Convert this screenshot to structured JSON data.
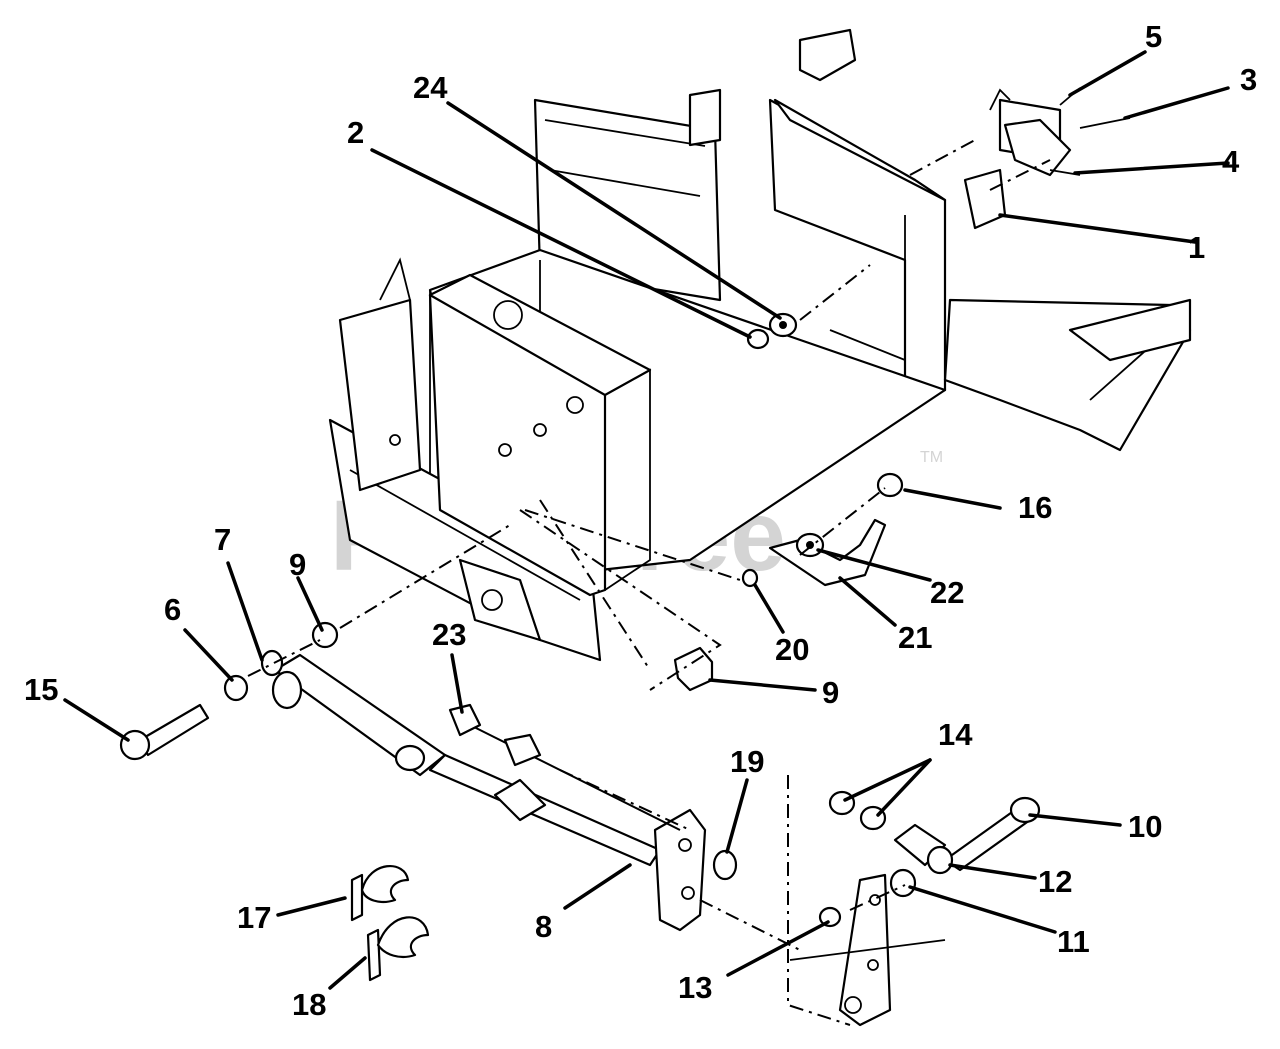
{
  "watermark": {
    "text": "PartsTree",
    "tm": "TM"
  },
  "callouts": [
    {
      "id": "c1",
      "number": "1"
    },
    {
      "id": "c2",
      "number": "2"
    },
    {
      "id": "c3",
      "number": "3"
    },
    {
      "id": "c4",
      "number": "4"
    },
    {
      "id": "c5",
      "number": "5"
    },
    {
      "id": "c6",
      "number": "6"
    },
    {
      "id": "c7",
      "number": "7"
    },
    {
      "id": "c8",
      "number": "8"
    },
    {
      "id": "c9a",
      "number": "9"
    },
    {
      "id": "c9b",
      "number": "9"
    },
    {
      "id": "c10",
      "number": "10"
    },
    {
      "id": "c11",
      "number": "11"
    },
    {
      "id": "c12",
      "number": "12"
    },
    {
      "id": "c13",
      "number": "13"
    },
    {
      "id": "c14",
      "number": "14"
    },
    {
      "id": "c15",
      "number": "15"
    },
    {
      "id": "c16",
      "number": "16"
    },
    {
      "id": "c17",
      "number": "17"
    },
    {
      "id": "c18",
      "number": "18"
    },
    {
      "id": "c19",
      "number": "19"
    },
    {
      "id": "c20",
      "number": "20"
    },
    {
      "id": "c21",
      "number": "21"
    },
    {
      "id": "c22",
      "number": "22"
    },
    {
      "id": "c23",
      "number": "23"
    },
    {
      "id": "c24",
      "number": "24"
    }
  ]
}
